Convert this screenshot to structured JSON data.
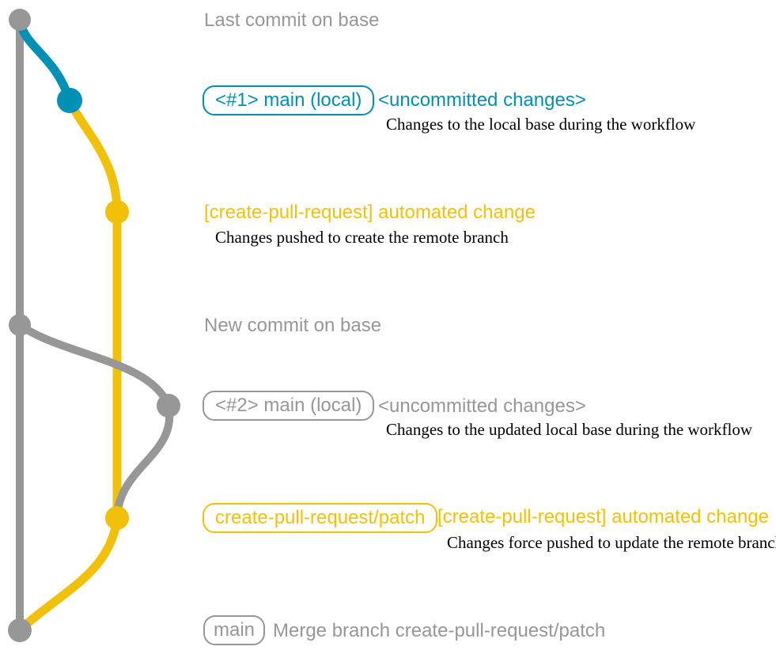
{
  "colors": {
    "base_gray": "#979797",
    "main_local_blue": "#008fb5",
    "patch_yellow": "#f1c109",
    "annotation_black": "#000000",
    "background": "#ffffff"
  },
  "graph": {
    "type": "git-branch-diagram",
    "branches": [
      {
        "name": "base",
        "color": "#979797"
      },
      {
        "name": "main (local)",
        "color": "#008fb5"
      },
      {
        "name": "create-pull-request/patch",
        "color": "#f1c109"
      }
    ]
  },
  "commits": [
    {
      "title": "Last commit on base"
    },
    {
      "branch_label": "<#1> main (local)",
      "message": "<uncommitted changes>",
      "annotation": "Changes to the local base during the workflow"
    },
    {
      "message": "[create-pull-request] automated change",
      "annotation": "Changes pushed to create the remote branch"
    },
    {
      "title": "New commit on base"
    },
    {
      "branch_label": "<#2> main (local)",
      "message": "<uncommitted changes>",
      "annotation": "Changes to the updated local base during the workflow"
    },
    {
      "branch_label": "create-pull-request/patch",
      "message": "[create-pull-request] automated change",
      "annotation": "Changes force pushed to update the remote branch"
    },
    {
      "branch_label": "main",
      "message": "Merge branch create-pull-request/patch"
    }
  ]
}
